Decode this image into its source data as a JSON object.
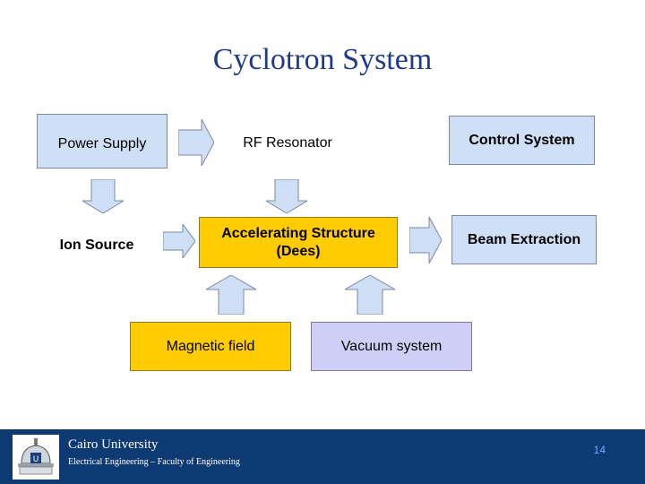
{
  "slide": {
    "title": "Cyclotron System",
    "boxes": {
      "power_supply": "Power Supply",
      "rf_resonator": "RF Resonator",
      "control_system": "Control System",
      "ion_source": "Ion Source",
      "accelerating_structure_line1": "Accelerating Structure",
      "accelerating_structure_line2": "(Dees)",
      "beam_extraction": "Beam Extraction",
      "magnetic_field": "Magnetic field",
      "vacuum_system": "Vacuum system"
    }
  },
  "footer": {
    "university": "Cairo University",
    "department": "Electrical Engineering – Faculty of Engineering",
    "page_number": "14"
  },
  "colors": {
    "title": "#1f3a8a",
    "box_blue": "#cfe0f6",
    "box_gold": "#ffcc00",
    "box_lavender": "#cfcff5",
    "arrow_fill": "#cfe0f6",
    "footer_bg": "#0d3a73"
  },
  "icons": {
    "logo": "university-dome-logo"
  }
}
